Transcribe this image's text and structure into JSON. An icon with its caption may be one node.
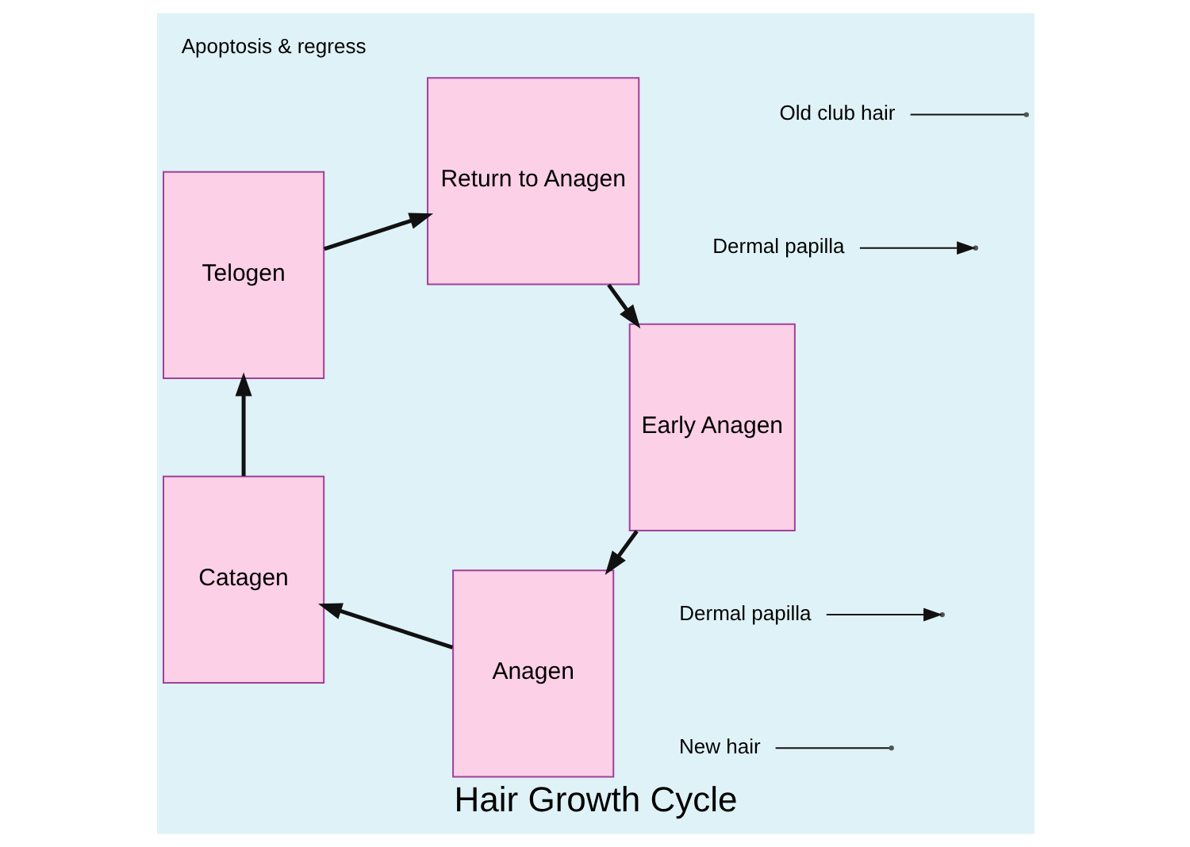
{
  "diagram": {
    "title": "Hair Growth Cycle",
    "nodes": [
      {
        "text": [
          "Anagen"
        ]
      },
      {
        "text": [
          "Catagen"
        ]
      },
      {
        "text": [
          "Telogen"
        ]
      },
      {
        "text": [
          "Return to Anagen"
        ]
      },
      {
        "text": [
          "Early Anagen"
        ]
      },
      {
        "text": [
          "Dermal papilla"
        ]
      },
      {
        "text": [
          "Dermal papilla"
        ]
      },
      {
        "text": [
          "Old club hair"
        ]
      },
      {
        "text": [
          "New hair"
        ]
      }
    ],
    "edges": [
      {
        "from": 0,
        "to": 1,
        "arrow": "to"
      },
      {
        "from": 1,
        "to": 2,
        "arrow": "to"
      },
      {
        "from": 2,
        "to": 3,
        "arrow": "to"
      },
      {
        "from": 3,
        "to": 4,
        "arrow": "to"
      },
      {
        "from": 4,
        "to": 0,
        "arrow": "to"
      },
      {
        "from": 5,
        "to": null,
        "arrow": "to"
      },
      {
        "from": 6,
        "to": null,
        "arrow": "to"
      },
      {
        "from": 7,
        "to": null,
        "arrow": "none"
      },
      {
        "from": 8,
        "to": null,
        "arrow": "none"
      }
    ],
    "labels": [
      "Apoptosis & regress"
    ]
  }
}
